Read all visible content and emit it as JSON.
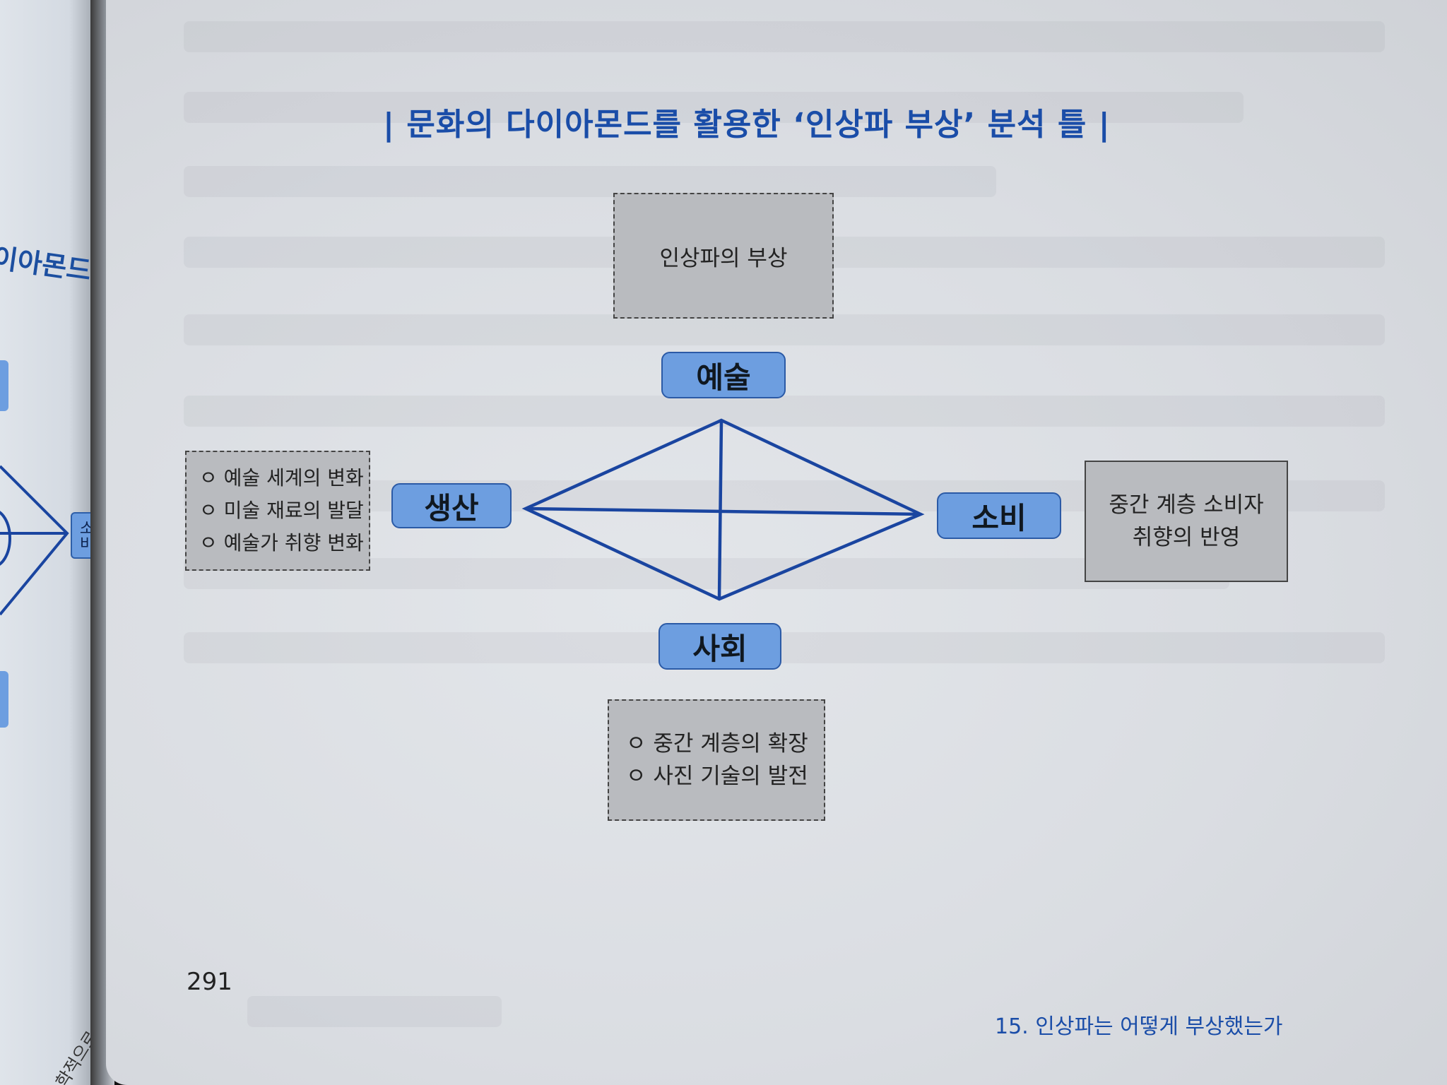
{
  "left_page": {
    "title_fragment": "이아몬드 |",
    "badge": "소비",
    "footer_fragment": "학적으로 읽어보기"
  },
  "page": {
    "title": "| 문화의 다이아몬드를 활용한 ‘인상파 부상’ 분석 틀 |",
    "page_number": "291",
    "running_footer": "15. 인상파는 어떻게 부상했는가"
  },
  "diagram": {
    "top_box": "인상파의 부상",
    "nodes": {
      "top": "예술",
      "left": "생산",
      "right": "소비",
      "bottom": "사회"
    },
    "left_box": {
      "items": [
        "ㅇ 예술 세계의 변화",
        "ㅇ 미술 재료의 발달",
        "ㅇ 예술가 취향 변화"
      ]
    },
    "right_box": {
      "lines": [
        "중간 계층 소비자",
        "취향의 반영"
      ]
    },
    "bottom_box": {
      "items": [
        "ㅇ 중간 계층의 확장",
        "ㅇ 사진 기술의 발전"
      ]
    },
    "line_color": "#1a45a0",
    "node_fill": "#6d9ee0",
    "box_fill": "#b9bbbf"
  }
}
